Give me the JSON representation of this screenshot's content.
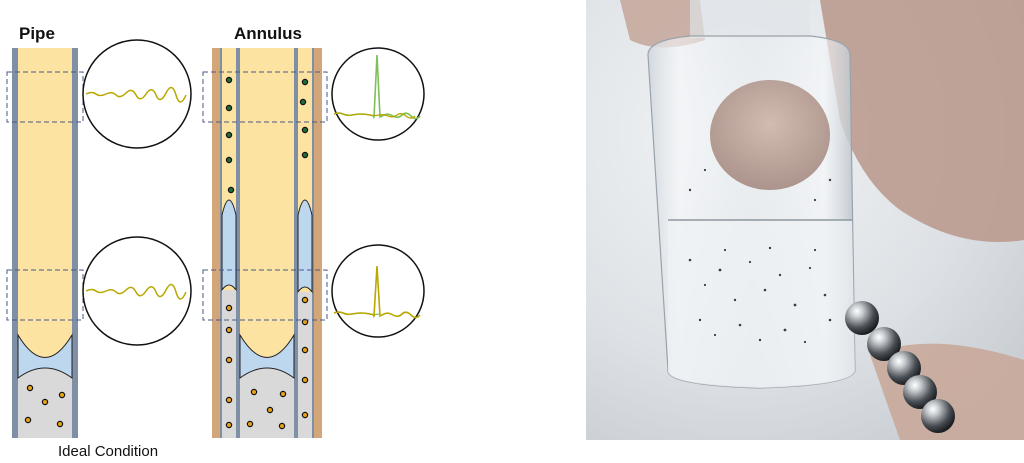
{
  "left_panel": {
    "pipe_label": "Pipe",
    "annulus_label": "Annulus",
    "caption": "Ideal Condition"
  },
  "right_panel": {
    "photo_subject": "glass-vial-with-magnetic-beads"
  },
  "colors": {
    "fluid_yellow": "#fce3a1",
    "spacer_blue": "#bdd7ee",
    "mud_grey": "#d9d9d9",
    "pipe_wall": "#7f8fa6",
    "casing_tan": "#d2a679",
    "particle_green": "#1f6b3a",
    "particle_orange": "#e8a317",
    "signal_yellow_trace": "#b8a800",
    "signal_green_trace": "#7fbf5a"
  }
}
